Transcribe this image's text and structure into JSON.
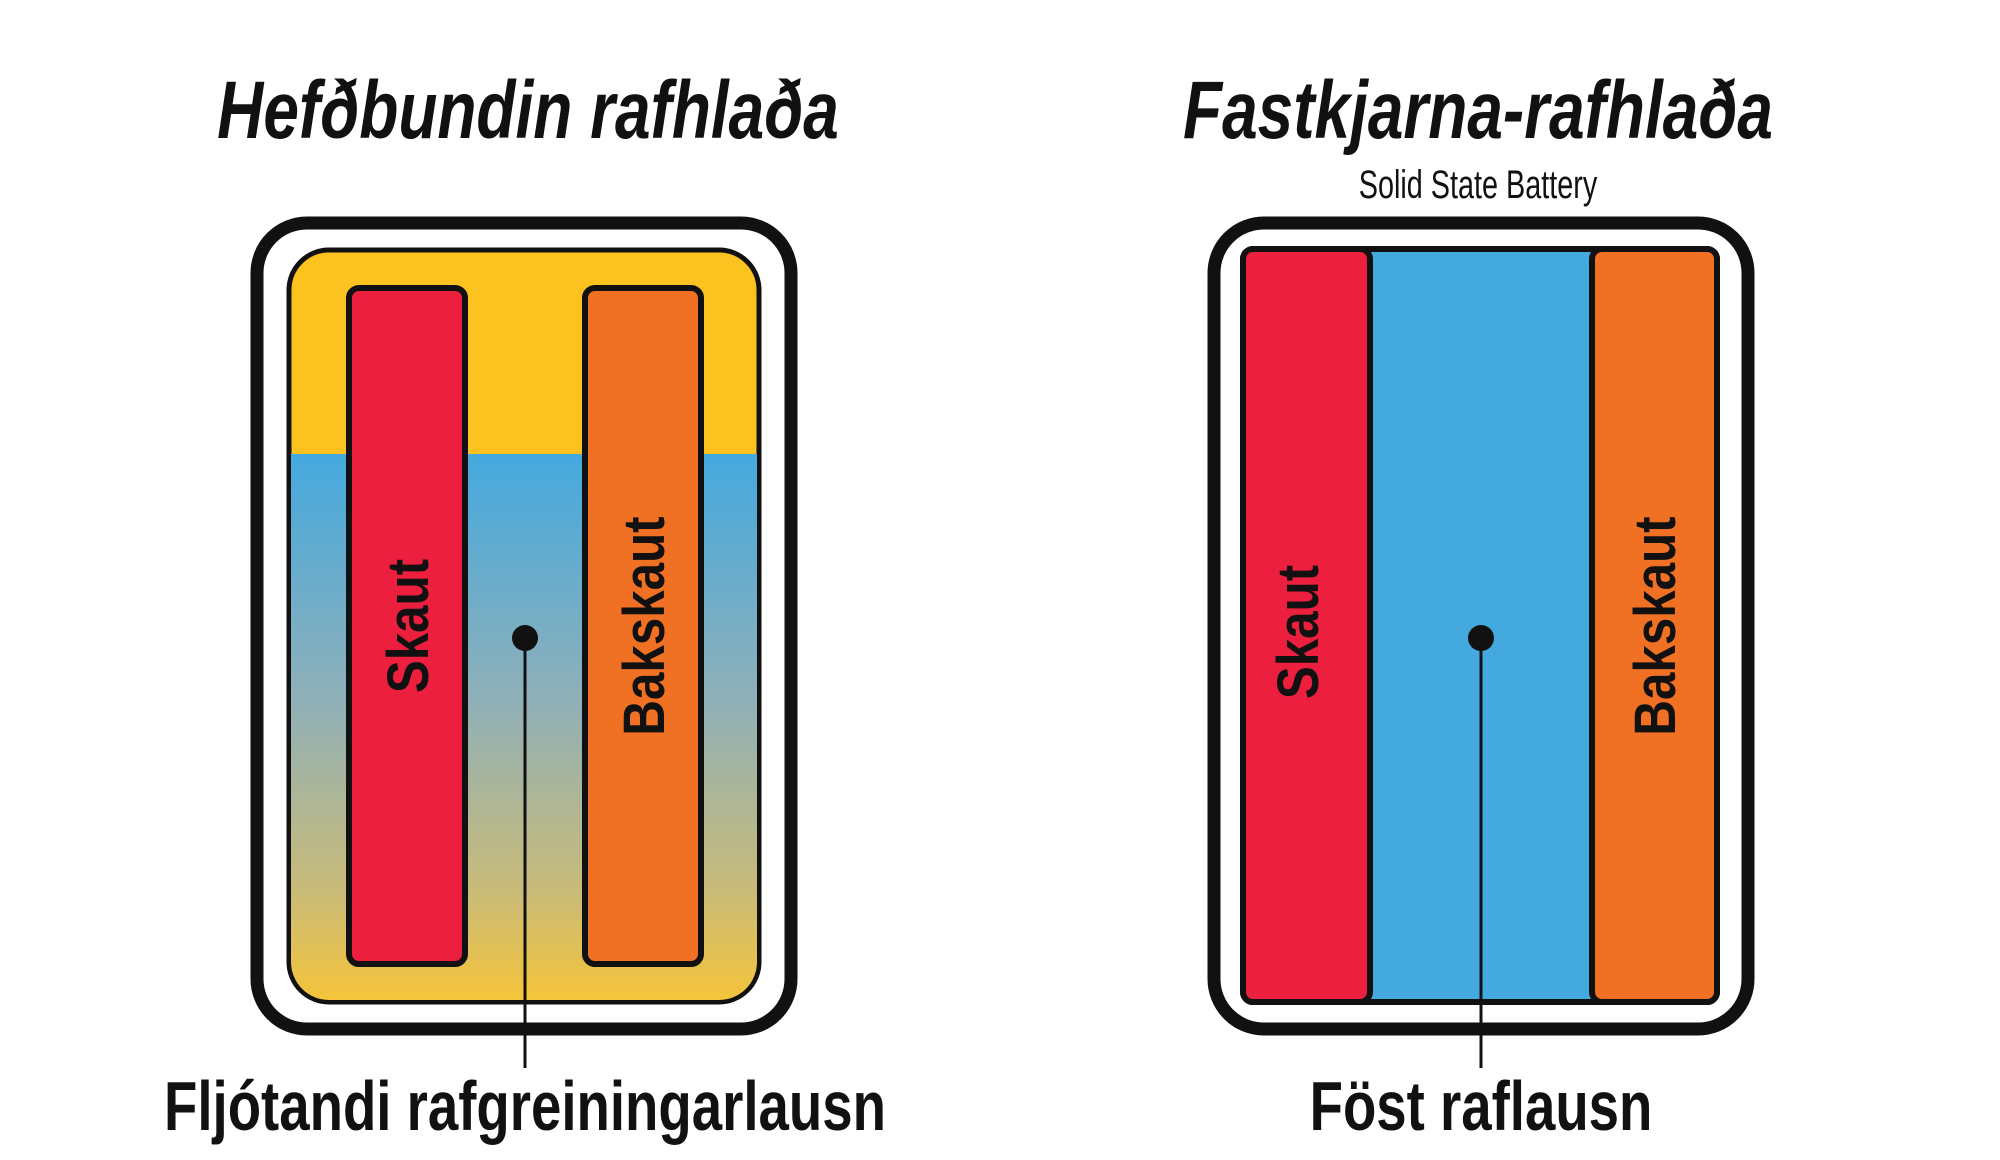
{
  "left": {
    "title": "Hefðbundin rafhlaða",
    "anode_label": "Skaut",
    "cathode_label": "Bakskaut",
    "electrolyte_label": "Fljótandi rafgreiningarlausn"
  },
  "right": {
    "title": "Fastkjarna-rafhlaða",
    "subtitle": "Solid State Battery",
    "anode_label": "Skaut",
    "cathode_label": "Bakskaut",
    "electrolyte_label": "Föst raflausn"
  },
  "colors": {
    "anode": "#ec1f3f",
    "cathode": "#f07124",
    "electrolyte_blue": "#44a9df",
    "liquid_yellow": "#fcc21f",
    "outline": "#111111"
  }
}
